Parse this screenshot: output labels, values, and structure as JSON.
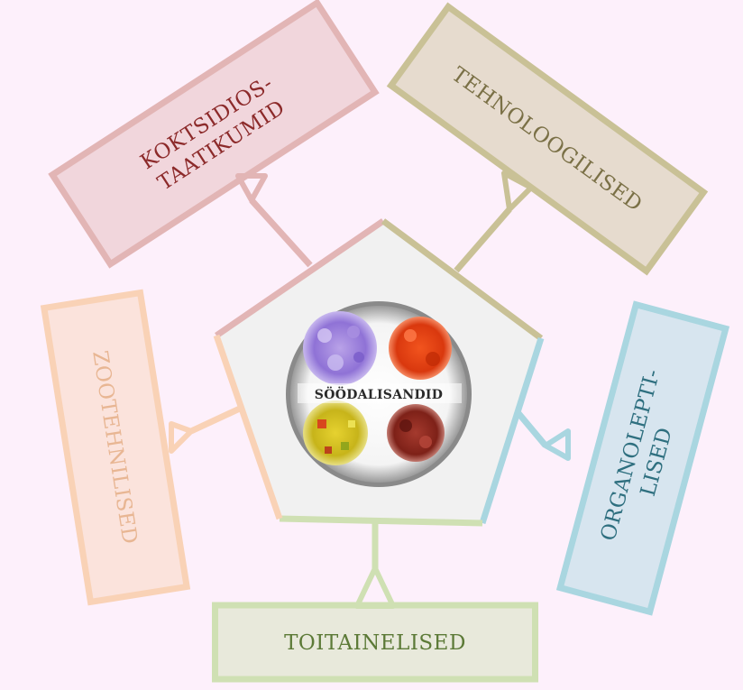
{
  "center": {
    "label": "SÖÖDALISANDID"
  },
  "categories": [
    {
      "id": "koktsidiostaatikumid",
      "lines": [
        "KOKTSIDIOS-",
        "TAATIKUMID"
      ],
      "color": "#e2b5b5",
      "text_color": "#8c2a2a"
    },
    {
      "id": "tehnoloogilised",
      "lines": [
        "TEHNOLOOGILISED"
      ],
      "color": "#c9c196",
      "text_color": "#7a7046"
    },
    {
      "id": "organoleptilised",
      "lines": [
        "ORGANOLEPTI-",
        "LISED"
      ],
      "color": "#a9d6e0",
      "text_color": "#2e6f7f"
    },
    {
      "id": "toitainelised",
      "lines": [
        "TOITAINELISED"
      ],
      "color": "#cfe0b3",
      "text_color": "#5c7a37"
    },
    {
      "id": "zootehnilised",
      "lines": [
        "ZOOTEHNILISED"
      ],
      "color": "#f9d2b6",
      "text_color": "#e8b693"
    }
  ],
  "colors": {
    "background": "#fdf0fb",
    "pentagon_fill": "#f1f1f1"
  }
}
